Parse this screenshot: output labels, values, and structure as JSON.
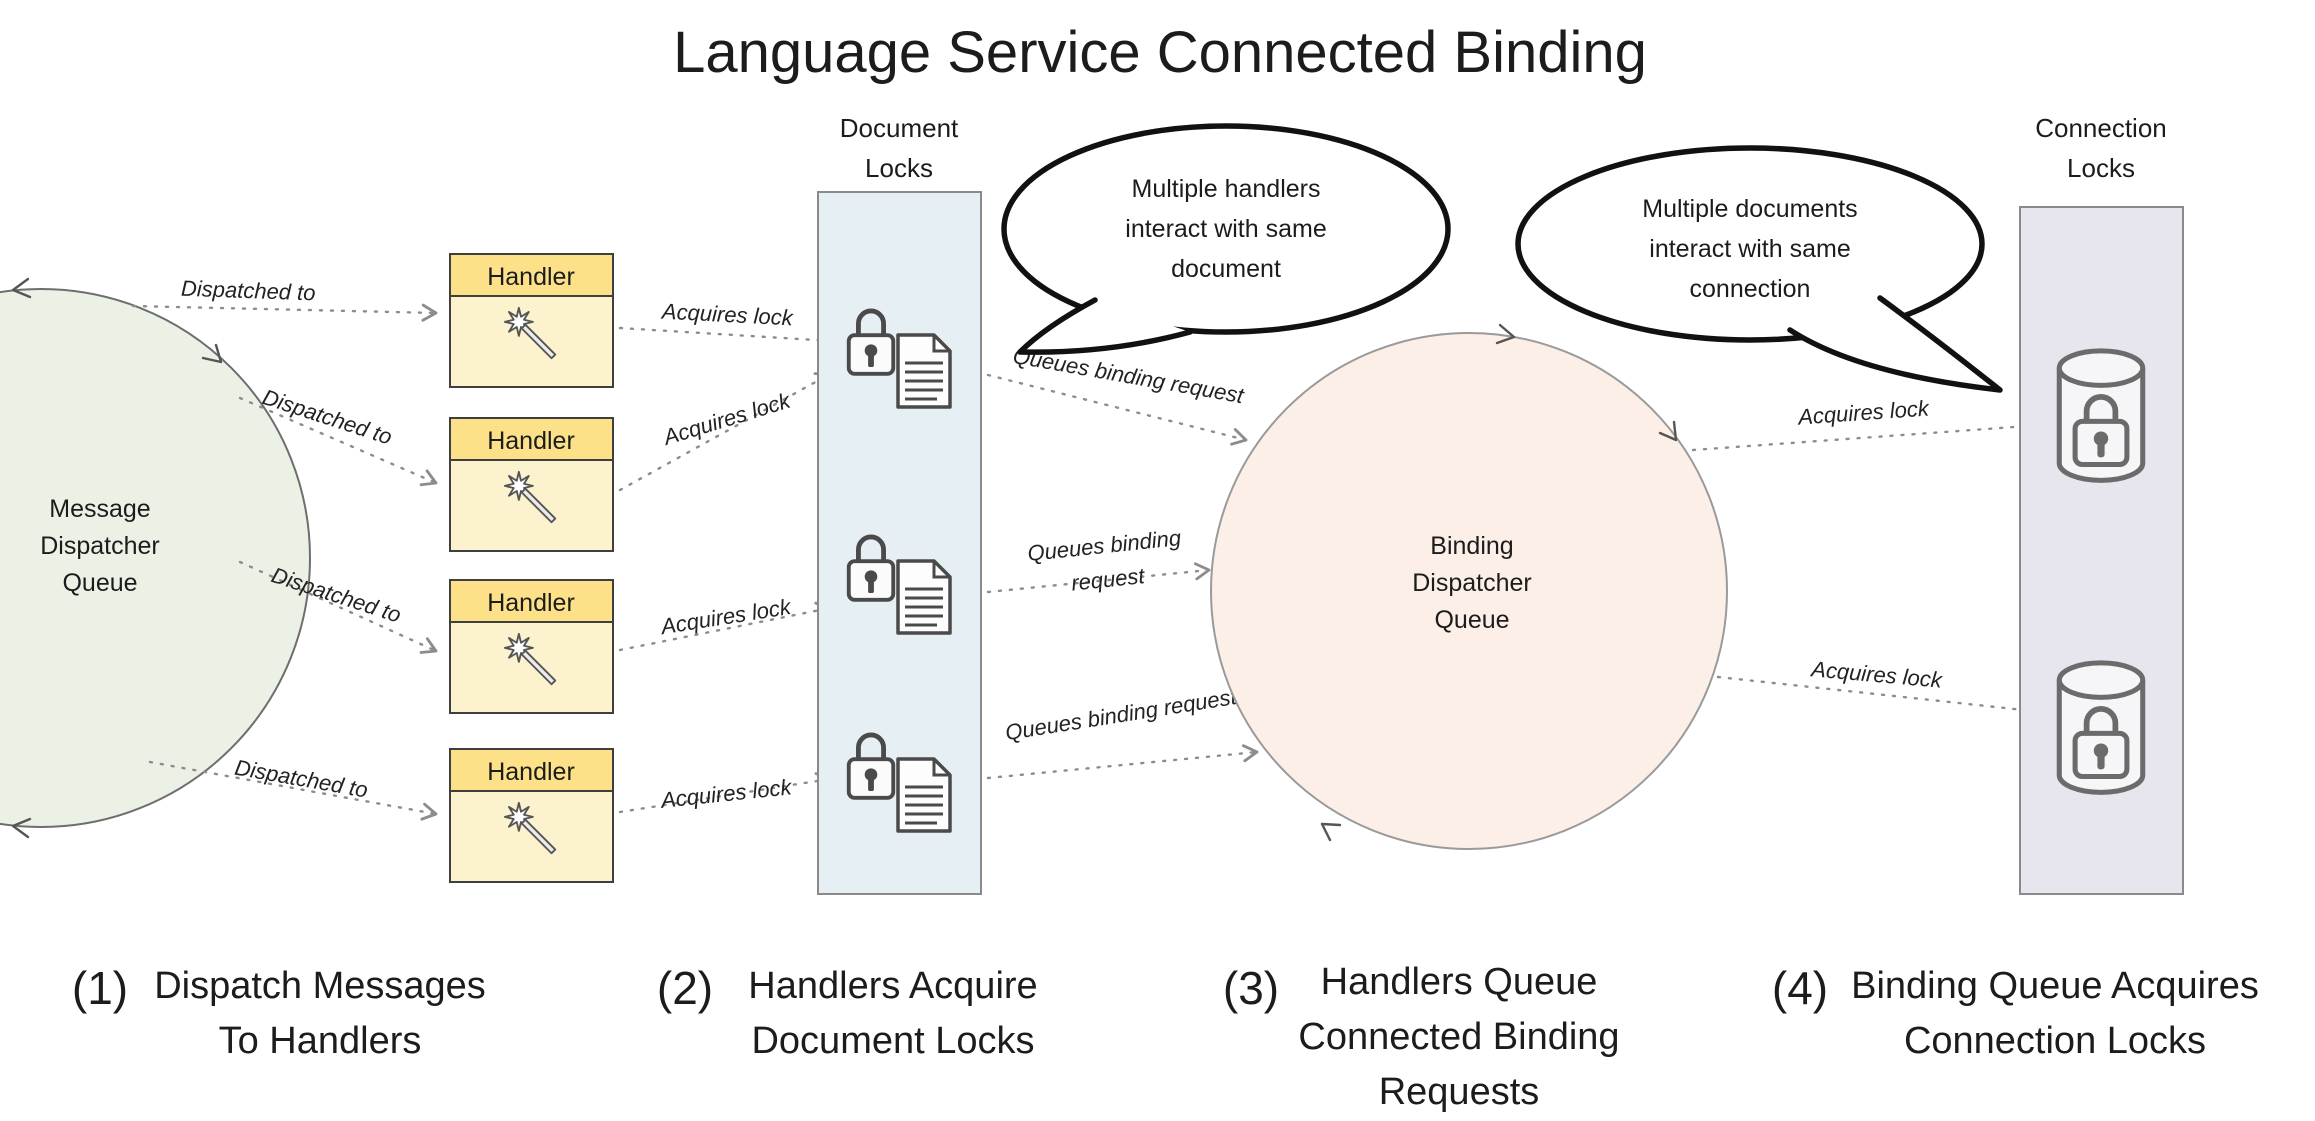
{
  "title": "Language Service Connected Binding",
  "nodes": {
    "message_queue": {
      "lines": [
        "Message",
        "Dispatcher",
        "Queue"
      ]
    },
    "document_locks_header": {
      "lines": [
        "Document",
        "Locks"
      ]
    },
    "binding_queue": {
      "lines": [
        "Binding",
        "Dispatcher",
        "Queue"
      ]
    },
    "connection_locks_header": {
      "lines": [
        "Connection",
        "Locks"
      ]
    },
    "handlers": [
      {
        "label": "Handler"
      },
      {
        "label": "Handler"
      },
      {
        "label": "Handler"
      },
      {
        "label": "Handler"
      }
    ]
  },
  "edge_labels": {
    "dispatched_to": [
      "Dispatched to",
      "Dispatched to",
      "Dispatched to",
      "Dispatched to"
    ],
    "acquires_lock_docs": [
      "Acquires lock",
      "Acquires lock",
      "Acquires lock",
      "Acquires lock"
    ],
    "queues_binding_request_1": "Queues binding request",
    "queues_binding_request_2": {
      "lines": [
        "Queues binding",
        "request"
      ]
    },
    "queues_binding_request_3": "Queues binding request",
    "acquires_lock_conn": [
      "Acquires lock",
      "Acquires lock"
    ]
  },
  "callouts": [
    {
      "lines": [
        "Multiple handlers",
        "interact with same",
        "document"
      ]
    },
    {
      "lines": [
        "Multiple documents",
        "interact with same",
        "connection"
      ]
    }
  ],
  "captions": [
    {
      "number": "(1)",
      "lines": [
        "Dispatch Messages",
        "To Handlers"
      ]
    },
    {
      "number": "(2)",
      "lines": [
        "Handlers Acquire",
        "Document Locks"
      ]
    },
    {
      "number": "(3)",
      "lines": [
        "Handlers Queue",
        "Connected Binding",
        "Requests"
      ]
    },
    {
      "number": "(4)",
      "lines": [
        "Binding Queue Acquires",
        "Connection Locks"
      ]
    }
  ],
  "colors": {
    "message_queue_fill": "#ecf1e6",
    "binding_queue_fill": "#fcefe7",
    "document_locks_fill": "#e6eff4",
    "connection_locks_fill": "#e7e5ee",
    "handler_header_fill": "#fde189",
    "handler_body_fill": "#fcf2cd",
    "connector": "#8c8c8c",
    "bubble_stroke": "#111111"
  }
}
